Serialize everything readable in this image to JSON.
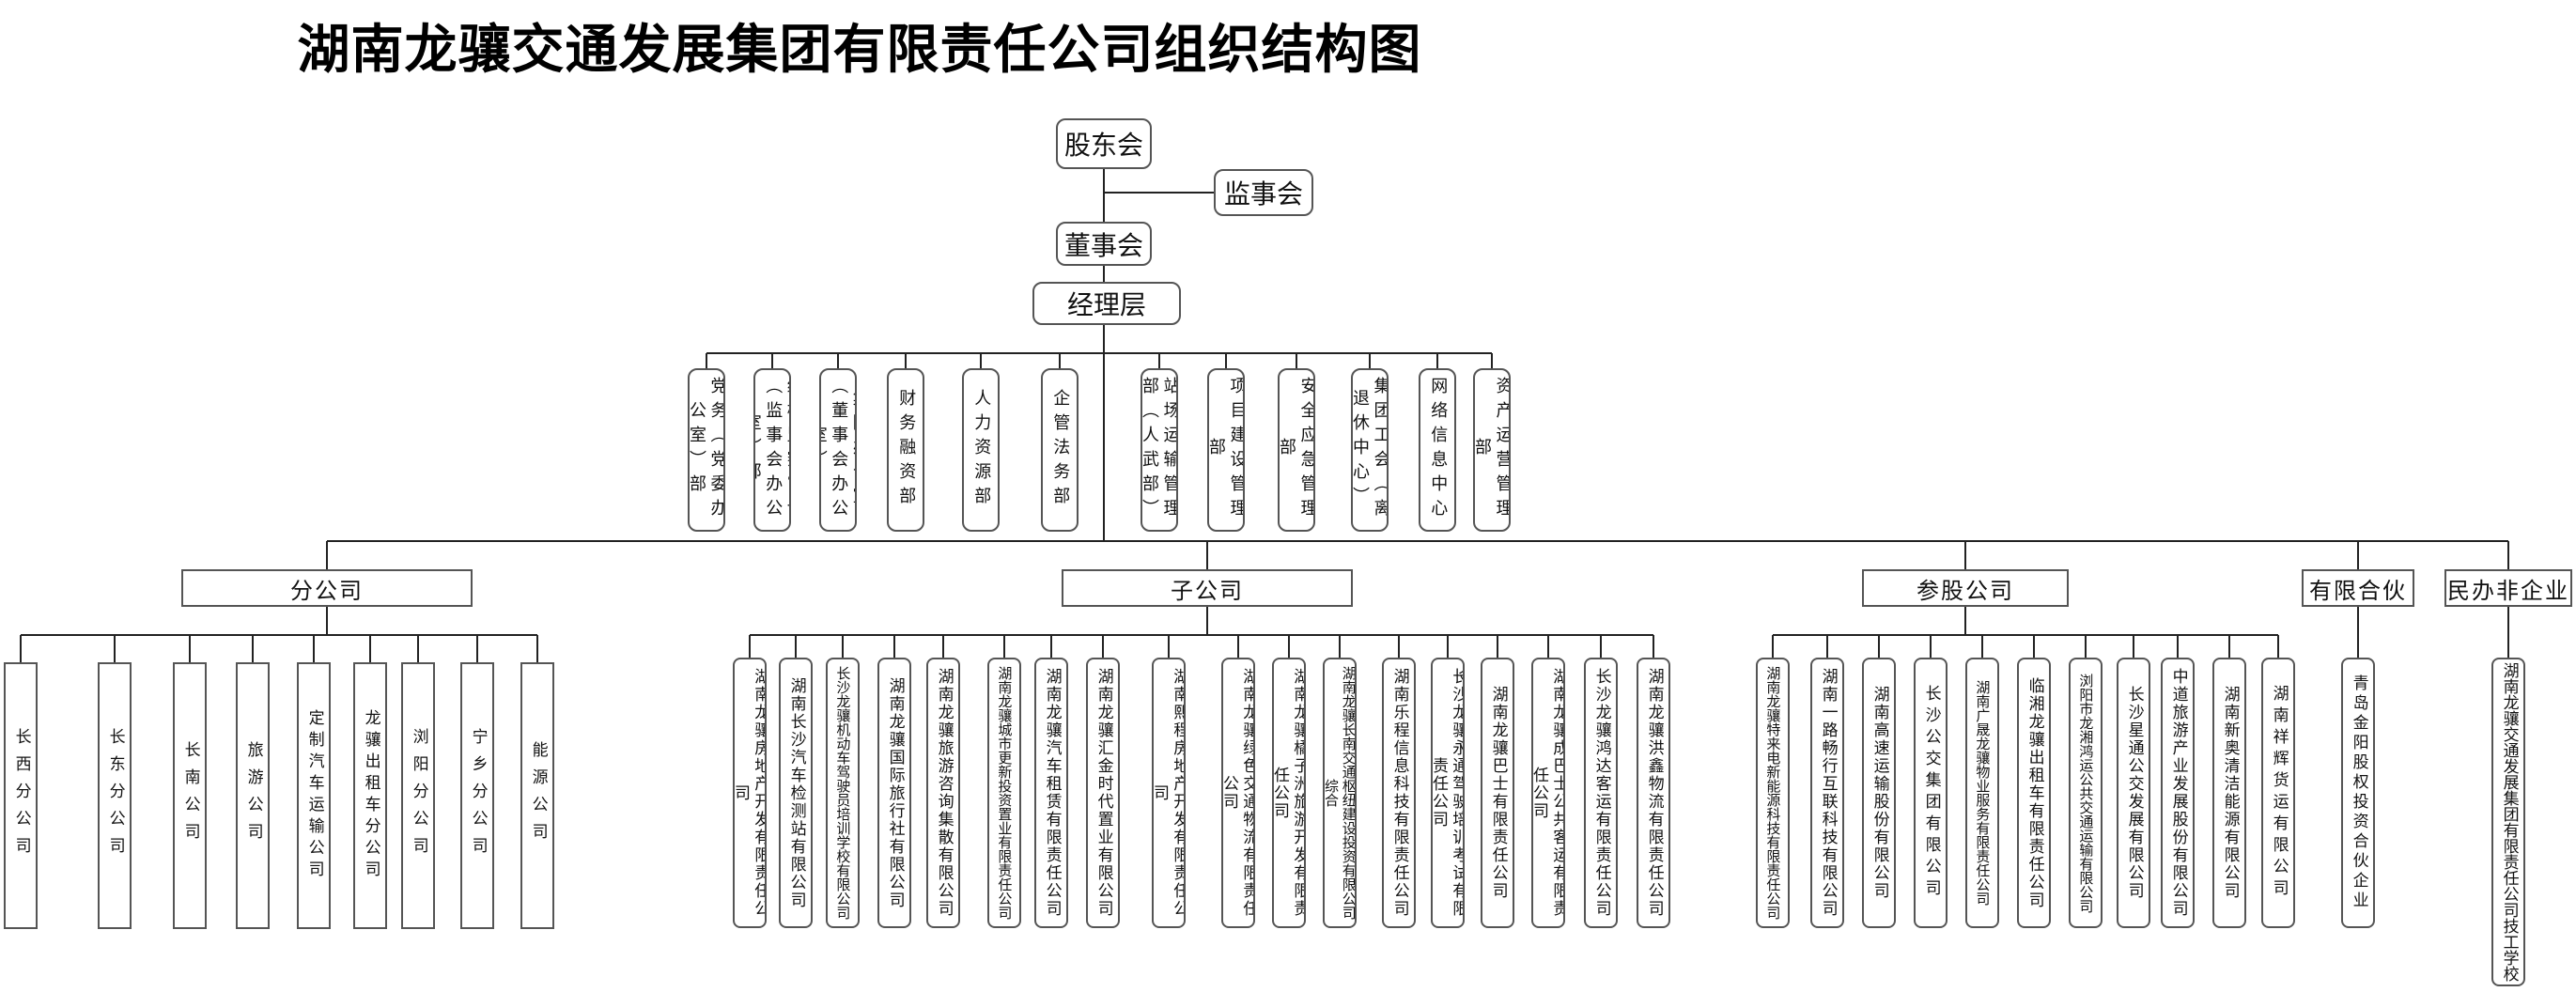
{
  "title": "湖南龙骧交通发展集团有限责任公司组织结构图",
  "top": {
    "shareholders": "股东会",
    "supervisors": "监事会",
    "board": "董事会",
    "management": "经理层"
  },
  "departments": [
    {
      "name": "dept-party-affairs",
      "label": "党务（党委办公室）部"
    },
    {
      "name": "dept-discipline",
      "label": "纪检监察审计（监事会办公室）部"
    },
    {
      "name": "dept-group-office",
      "label": "集团办公室（董事会办公室）"
    },
    {
      "name": "dept-finance",
      "label": "财务融资部"
    },
    {
      "name": "dept-hr",
      "label": "人力资源部"
    },
    {
      "name": "dept-legal",
      "label": "企管法务部"
    },
    {
      "name": "dept-station",
      "label": "站场运输管理部（人武部）"
    },
    {
      "name": "dept-project",
      "label": "项目建设管理部"
    },
    {
      "name": "dept-safety",
      "label": "安全应急管理部"
    },
    {
      "name": "dept-union",
      "label": "集团工会（离退休中心）"
    },
    {
      "name": "dept-network",
      "label": "网络信息中心"
    },
    {
      "name": "dept-assets",
      "label": "资产运营管理部"
    }
  ],
  "categories": {
    "branches": "分公司",
    "subsidiaries": "子公司",
    "shareholdings": "参股公司",
    "partnership": "有限合伙",
    "private": "民办非企业"
  },
  "branches": [
    "长西分公司",
    "长东分公司",
    "长南公司",
    "旅游公司",
    "定制汽车运输公司",
    "龙骧出租车分公司",
    "浏阳分公司",
    "宁乡分公司",
    "能源公司"
  ],
  "subsidiaries": [
    "湖南龙骧房地产开发有限责任公司",
    "湖南长沙汽车检测站有限公司",
    "长沙龙骧机动车驾驶员培训学校有限公司",
    "湖南龙骧国际旅行社有限公司",
    "湖南龙骧旅游咨询集散有限公司",
    "湖南龙骧城市更新投资置业有限责任公司",
    "湖南龙骧汽车租赁有限责任公司",
    "湖南龙骧汇金时代置业有限公司",
    "湖南熙程房地产开发有限责任公司",
    "湖南龙骧绿色交通物流有限责任公司",
    "湖南龙骧橘子洲旅游开发有限责任公司",
    "湖南龙骧长南交通枢纽建设投资有限公司综合",
    "湖南乐程信息科技有限责任公司",
    "长沙龙骧永通驾驶培训考试有限责任公司",
    "湖南龙骧巴士有限责任公司",
    "湖南龙骧成巴士公共客运有限责任公司",
    "长沙龙骧鸿达客运有限责任公司",
    "湖南龙骧洪鑫物流有限责任公司"
  ],
  "shareholdings": [
    "湖南龙骧特来电新能源科技有限责任公司",
    "湖南一路畅行互联科技有限公司",
    "湖南高速运输股份有限公司",
    "长沙公交集团有限公司",
    "湖南广晟龙骧物业服务有限责任公司",
    "临湘龙骧出租车有限责任公司",
    "浏阳市龙湘鸿运公共交通运输有限公司",
    "长沙星通公交发展有限公司",
    "中道旅游产业发展股份有限公司",
    "湖南新奥清洁能源有限公司",
    "湖南祥辉货运有限公司"
  ],
  "partnership_members": [
    "青岛金阳股权投资合伙企业"
  ],
  "private_members": [
    "湖南龙骧交通发展集团有限责任公司技工学校"
  ]
}
